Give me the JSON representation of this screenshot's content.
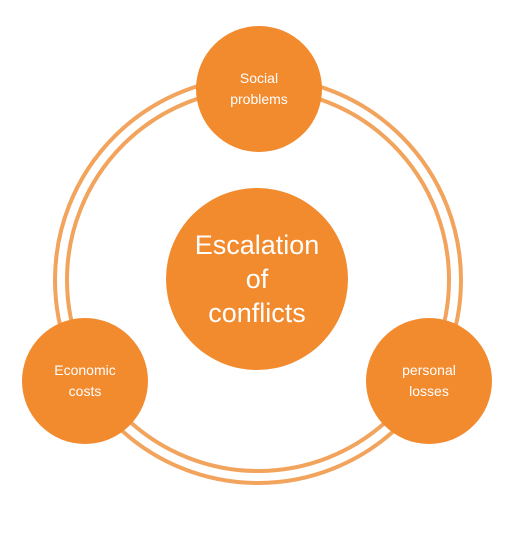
{
  "diagram": {
    "center": {
      "label": "Escalation\nof\nconflicts"
    },
    "nodes": {
      "top": {
        "label": "Social\nproblems"
      },
      "left": {
        "label": "Economic\ncosts"
      },
      "right": {
        "label": "personal\nlosses"
      }
    }
  },
  "colors": {
    "fill": "#F28A2E",
    "ring": "#F2A35C",
    "text": "#FFFFFF",
    "background": "#FFFFFF"
  }
}
